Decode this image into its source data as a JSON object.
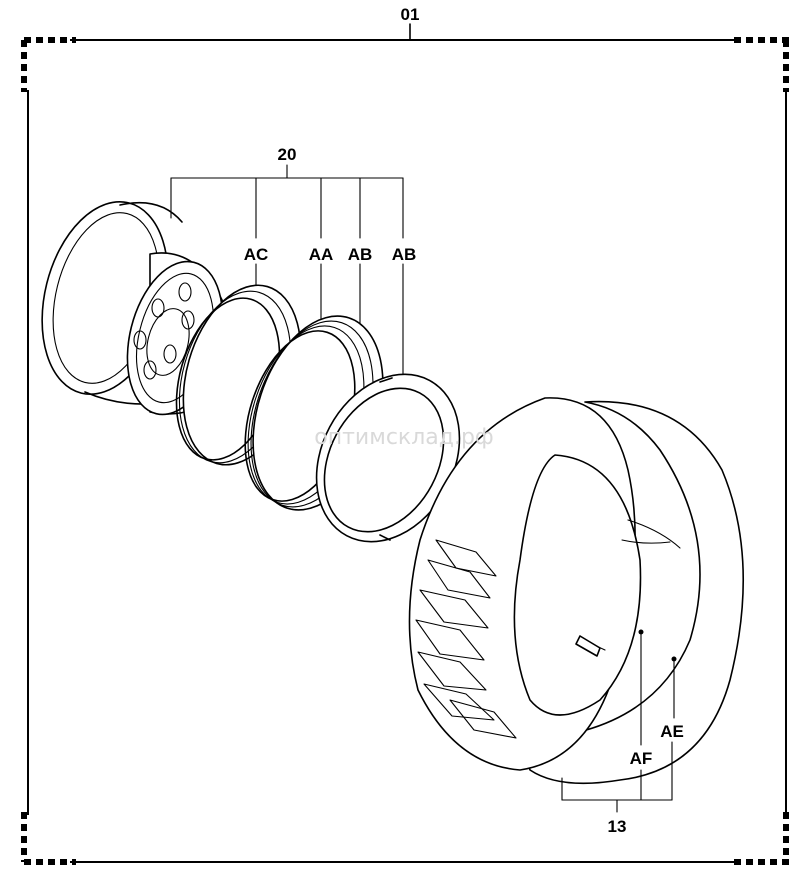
{
  "labels": {
    "assembly": "01",
    "wheel_group": "20",
    "tire_group": "13",
    "rim": "AC",
    "ring": "AA",
    "lock_ring_1": "AB",
    "lock_ring_2": "AB",
    "tube": "AF",
    "tire": "AE"
  },
  "watermark": "оптимсклад.рф"
}
